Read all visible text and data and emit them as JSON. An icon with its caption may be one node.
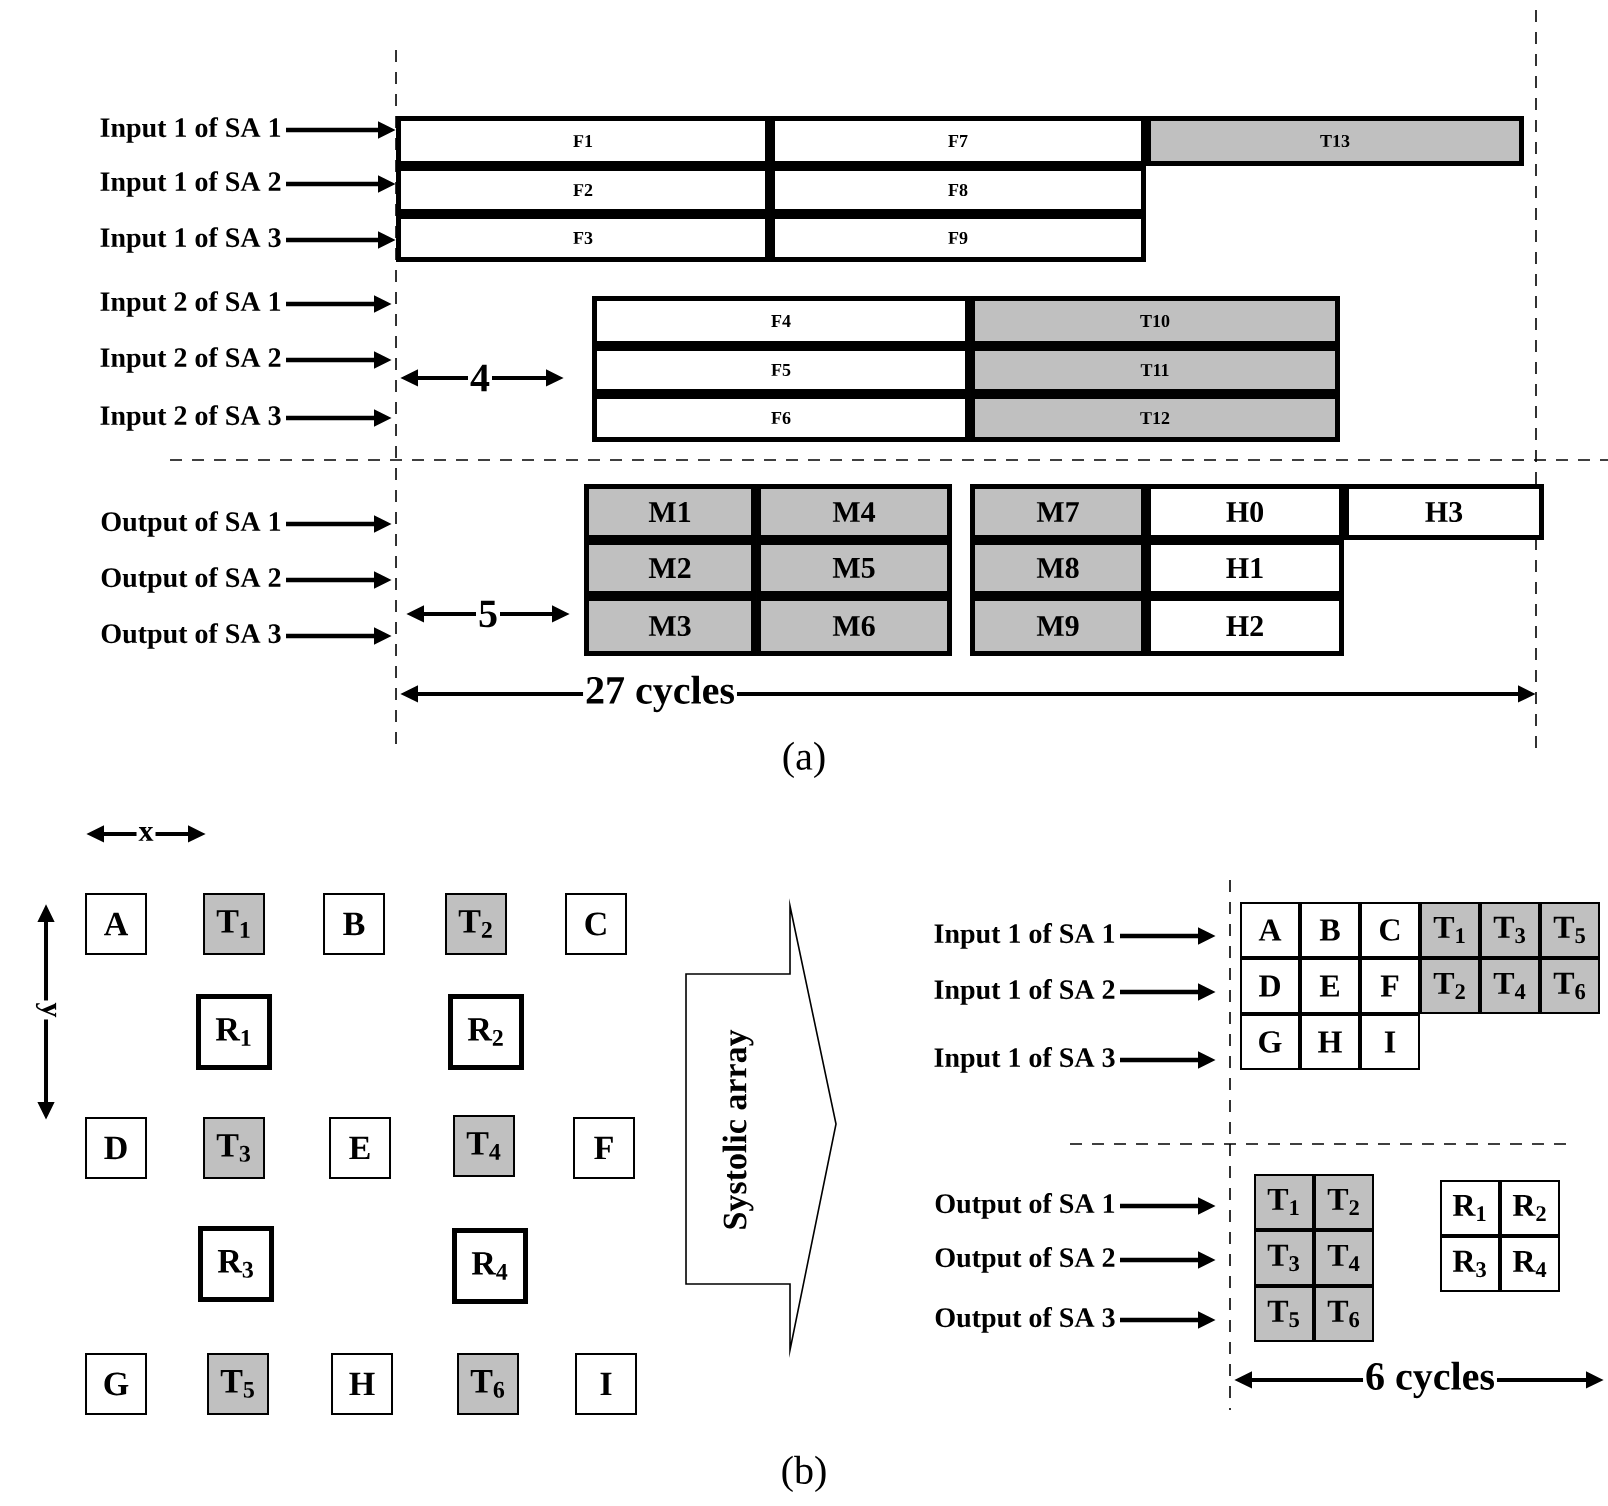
{
  "diagram": {
    "nodes": [
      {
        "text": [
          "Input 1 of SA 1"
        ]
      },
      {
        "text": [
          "Input 1 of SA 2"
        ]
      },
      {
        "text": [
          "Input 1 of SA 3"
        ]
      },
      {
        "text": [
          "Input 2 of SA 1"
        ]
      },
      {
        "text": [
          "Input 2 of SA 2"
        ]
      },
      {
        "text": [
          "Input 2 of SA 3"
        ]
      },
      {
        "text": [
          "Output of SA 1"
        ]
      },
      {
        "text": [
          "Output of SA 2"
        ]
      },
      {
        "text": [
          "Output of SA 3"
        ]
      },
      {
        "text": [
          "F1"
        ]
      },
      {
        "text": [
          "F7"
        ]
      },
      {
        "text": [
          "T13"
        ]
      },
      {
        "text": [
          "F2"
        ]
      },
      {
        "text": [
          "F8"
        ]
      },
      {
        "text": [
          "F3"
        ]
      },
      {
        "text": [
          "F9"
        ]
      },
      {
        "text": [
          "F4"
        ]
      },
      {
        "text": [
          "T10"
        ]
      },
      {
        "text": [
          "F5"
        ]
      },
      {
        "text": [
          "T11"
        ]
      },
      {
        "text": [
          "F6"
        ]
      },
      {
        "text": [
          "T12"
        ]
      },
      {
        "text": [
          "M1"
        ]
      },
      {
        "text": [
          "M4"
        ]
      },
      {
        "text": [
          "M7"
        ]
      },
      {
        "text": [
          "H0"
        ]
      },
      {
        "text": [
          "H3"
        ]
      },
      {
        "text": [
          "M2"
        ]
      },
      {
        "text": [
          "M5"
        ]
      },
      {
        "text": [
          "M8"
        ]
      },
      {
        "text": [
          "H1"
        ]
      },
      {
        "text": [
          "M3"
        ]
      },
      {
        "text": [
          "M6"
        ]
      },
      {
        "text": [
          "M9"
        ]
      },
      {
        "text": [
          "H2"
        ]
      },
      {
        "text": [
          "A"
        ]
      },
      {
        "text": [
          "T$_{1}$"
        ]
      },
      {
        "text": [
          "B"
        ]
      },
      {
        "text": [
          "T$_{2}$"
        ]
      },
      {
        "text": [
          "C"
        ]
      },
      {
        "text": [
          "R$_{1}$"
        ]
      },
      {
        "text": [
          "R$_{2}$"
        ]
      },
      {
        "text": [
          "D"
        ]
      },
      {
        "text": [
          "T$_{3}$"
        ]
      },
      {
        "text": [
          "E"
        ]
      },
      {
        "text": [
          "T$_{4}$"
        ]
      },
      {
        "text": [
          "F"
        ]
      },
      {
        "text": [
          "R$_{3}$"
        ]
      },
      {
        "text": [
          "R$_{4}$"
        ]
      },
      {
        "text": [
          "G"
        ]
      },
      {
        "text": [
          "T$_{5}$"
        ]
      },
      {
        "text": [
          "H"
        ]
      },
      {
        "text": [
          "T$_{6}$"
        ]
      },
      {
        "text": [
          "I"
        ]
      },
      {
        "text": [
          "Systolic array"
        ]
      },
      {
        "text": [
          "Input 1 of SA 1"
        ]
      },
      {
        "text": [
          "Input 1 of SA 2"
        ]
      },
      {
        "text": [
          "Input 1 of SA 3"
        ]
      },
      {
        "text": [
          "Output of SA 1"
        ]
      },
      {
        "text": [
          "Output of SA 2"
        ]
      },
      {
        "text": [
          "Output of SA 3"
        ]
      },
      {
        "text": [
          "A"
        ]
      },
      {
        "text": [
          "B"
        ]
      },
      {
        "text": [
          "C"
        ]
      },
      {
        "text": [
          "T$_{1}$"
        ]
      },
      {
        "text": [
          "T$_{3}$"
        ]
      },
      {
        "text": [
          "T$_{5}$"
        ]
      },
      {
        "text": [
          "D"
        ]
      },
      {
        "text": [
          "E"
        ]
      },
      {
        "text": [
          "F"
        ]
      },
      {
        "text": [
          "T$_{2}$"
        ]
      },
      {
        "text": [
          "T$_{4}$"
        ]
      },
      {
        "text": [
          "T$_{6}$"
        ]
      },
      {
        "text": [
          "G"
        ]
      },
      {
        "text": [
          "H"
        ]
      },
      {
        "text": [
          "I"
        ]
      },
      {
        "text": [
          "T$_{1}$"
        ]
      },
      {
        "text": [
          "T$_{2}$"
        ]
      },
      {
        "text": [
          "T$_{3}$"
        ]
      },
      {
        "text": [
          "T$_{4}$"
        ]
      },
      {
        "text": [
          "T$_{5}$"
        ]
      },
      {
        "text": [
          "T$_{6}$"
        ]
      },
      {
        "text": [
          "R$_{1}$"
        ]
      },
      {
        "text": [
          "R$_{2}$"
        ]
      },
      {
        "text": [
          "R$_{3}$"
        ]
      },
      {
        "text": [
          "R$_{4}$"
        ]
      }
    ],
    "edges": [
      {
        "from": 0,
        "to": 9,
        "arrow": "to"
      },
      {
        "from": 1,
        "to": 12,
        "arrow": "to"
      },
      {
        "from": 2,
        "to": 14,
        "arrow": "to"
      },
      {
        "from": 3,
        "to": null,
        "arrow": "to"
      },
      {
        "from": 4,
        "to": null,
        "arrow": "to"
      },
      {
        "from": 5,
        "to": null,
        "arrow": "to"
      },
      {
        "from": 6,
        "to": null,
        "arrow": "to"
      },
      {
        "from": 7,
        "to": null,
        "arrow": "to"
      },
      {
        "from": 8,
        "to": null,
        "arrow": "to"
      },
      {
        "from": 55,
        "to": null,
        "arrow": "to"
      },
      {
        "from": 56,
        "to": null,
        "arrow": "to"
      },
      {
        "from": 57,
        "to": null,
        "arrow": "to"
      },
      {
        "from": 58,
        "to": null,
        "arrow": "to"
      },
      {
        "from": 59,
        "to": null,
        "arrow": "to"
      },
      {
        "from": 60,
        "to": null,
        "arrow": "to"
      }
    ],
    "labels": [
      "4",
      "5",
      "27 cycles",
      "(a)",
      "x",
      "y",
      "6 cycles",
      "(b)"
    ]
  }
}
